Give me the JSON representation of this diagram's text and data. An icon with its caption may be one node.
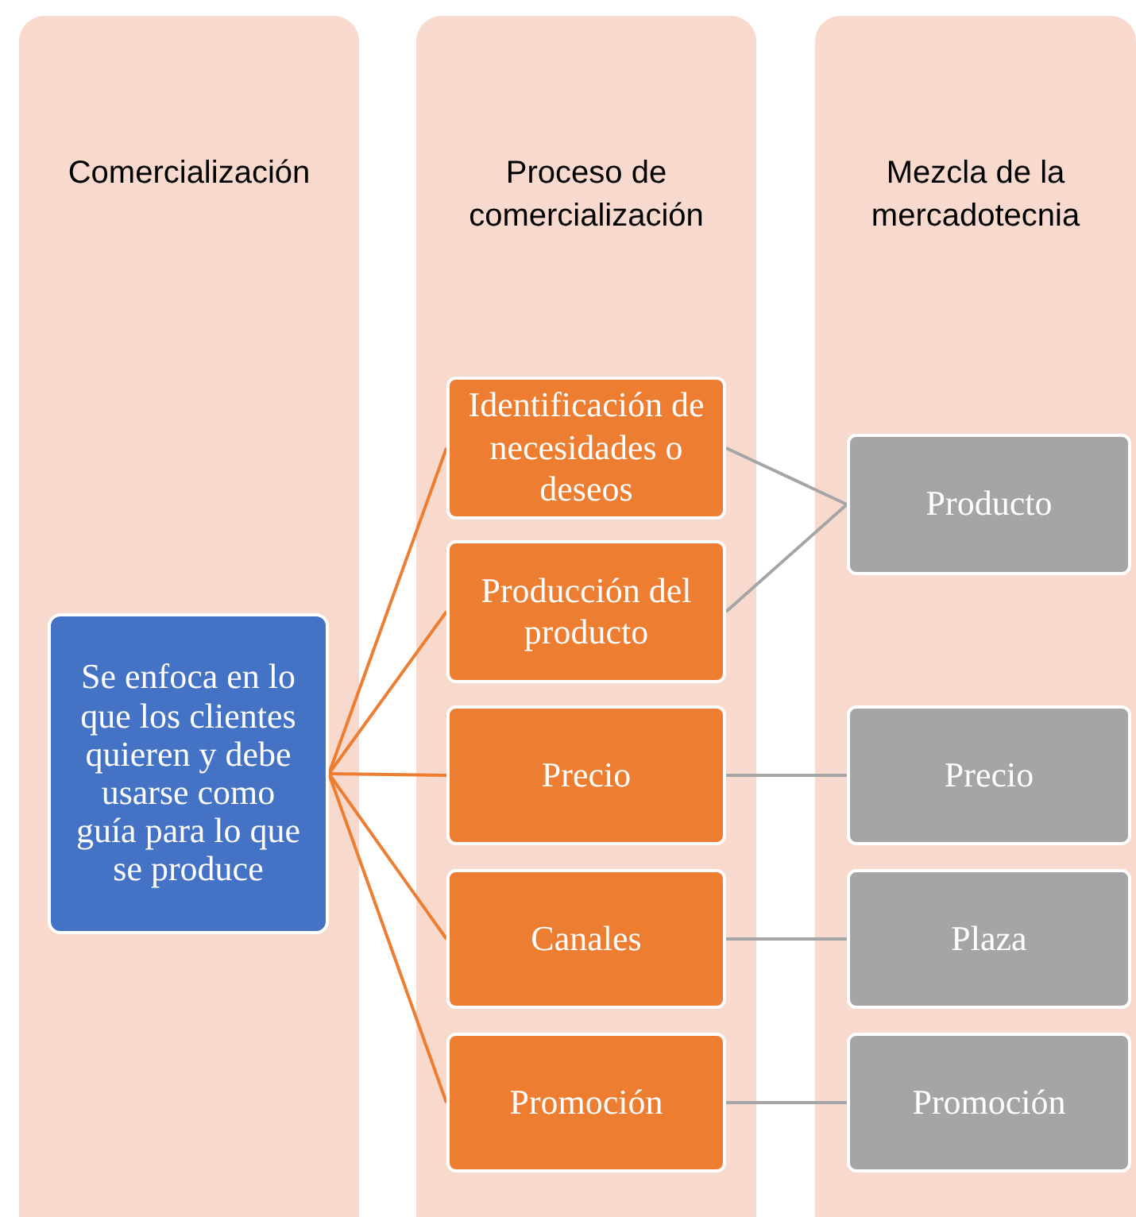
{
  "diagram": {
    "nodes": [
      {
        "text": [
          "Comercialización"
        ]
      },
      {
        "text": [
          "Proceso de comercialización"
        ]
      },
      {
        "text": [
          "Mezcla de la mercadotecnia"
        ]
      },
      {
        "text": [
          "Se enfoca en lo que los clientes quieren y debe usarse como guía para lo que se produce"
        ],
        "in": 0
      },
      {
        "text": [
          "Identificación de necesidades o deseos"
        ],
        "in": 1
      },
      {
        "text": [
          "Producción del producto"
        ],
        "in": 1
      },
      {
        "text": [
          "Precio"
        ],
        "in": 1
      },
      {
        "text": [
          "Canales"
        ],
        "in": 1
      },
      {
        "text": [
          "Promoción"
        ],
        "in": 1
      },
      {
        "text": [
          "Producto"
        ],
        "in": 2
      },
      {
        "text": [
          "Precio"
        ],
        "in": 2
      },
      {
        "text": [
          "Plaza"
        ],
        "in": 2
      },
      {
        "text": [
          "Promoción"
        ],
        "in": 2
      }
    ],
    "edges": [
      {
        "from": 3,
        "to": 4,
        "arrow": "none",
        "color": "#ed7d31"
      },
      {
        "from": 3,
        "to": 5,
        "arrow": "none",
        "color": "#ed7d31"
      },
      {
        "from": 3,
        "to": 6,
        "arrow": "none",
        "color": "#ed7d31"
      },
      {
        "from": 3,
        "to": 7,
        "arrow": "none",
        "color": "#ed7d31"
      },
      {
        "from": 3,
        "to": 8,
        "arrow": "none",
        "color": "#ed7d31"
      },
      {
        "from": 4,
        "to": 9,
        "arrow": "none",
        "color": "#a5a5a5"
      },
      {
        "from": 5,
        "to": 9,
        "arrow": "none",
        "color": "#a5a5a5"
      },
      {
        "from": 6,
        "to": 10,
        "arrow": "none",
        "color": "#a5a5a5"
      },
      {
        "from": 7,
        "to": 11,
        "arrow": "none",
        "color": "#a5a5a5"
      },
      {
        "from": 8,
        "to": 12,
        "arrow": "none",
        "color": "#a5a5a5"
      }
    ]
  }
}
